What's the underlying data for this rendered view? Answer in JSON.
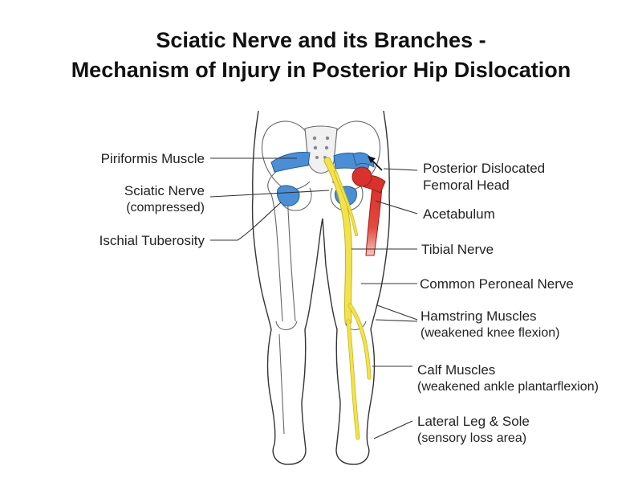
{
  "title": {
    "line1": "Sciatic Nerve and its Branches -",
    "line2": "Mechanism of Injury in Posterior Hip Dislocation"
  },
  "labels": {
    "piriformis": "Piriformis Muscle",
    "sciatic": "Sciatic Nerve",
    "sciatic_sub": "(compressed)",
    "ischial": "Ischial Tuberosity",
    "femoral": "Posterior Dislocated",
    "femoral_sub": "Femoral Head",
    "acetabulum": "Acetabulum",
    "tibial": "Tibial Nerve",
    "peroneal": "Common Peroneal Nerve",
    "hamstring": "Hamstring Muscles",
    "hamstring_sub": "(weakened knee flexion)",
    "calf": "Calf Muscles",
    "calf_sub": "(weakened ankle plantarflexion)",
    "lateral": "Lateral Leg & Sole",
    "lateral_sub": "(sensory loss area)"
  },
  "colors": {
    "nerve": "#f2e34c",
    "nerve_edge": "#c9b51c",
    "muscle": "#4a8fd6",
    "femoral_head": "#d9312b",
    "outline": "#333333"
  }
}
